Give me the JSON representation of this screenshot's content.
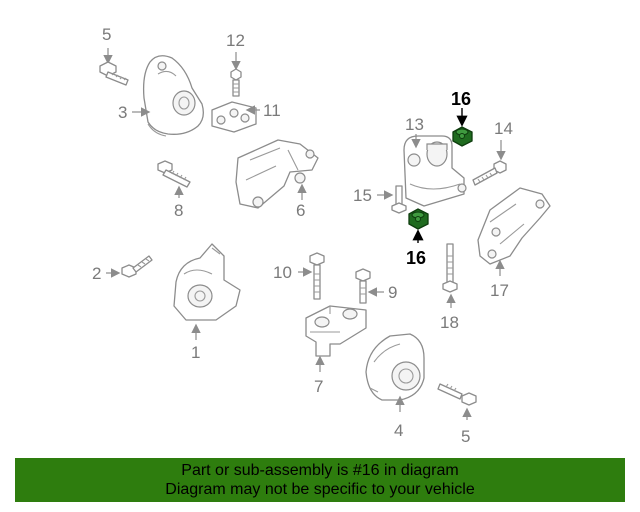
{
  "highlight_color": "#2e7d0e",
  "part_color": "#1f6b1f",
  "callouts": {
    "c1": "1",
    "c2": "2",
    "c3": "3",
    "c4": "4",
    "c5a": "5",
    "c5b": "5",
    "c6": "6",
    "c7": "7",
    "c8": "8",
    "c9": "9",
    "c10": "10",
    "c11": "11",
    "c12": "12",
    "c13": "13",
    "c14": "14",
    "c15": "15",
    "c16a": "16",
    "c16b": "16",
    "c17": "17",
    "c18": "18"
  },
  "footer": {
    "line1": "Part or sub-assembly is #16 in diagram",
    "line2": "Diagram may not be specific to your vehicle"
  }
}
